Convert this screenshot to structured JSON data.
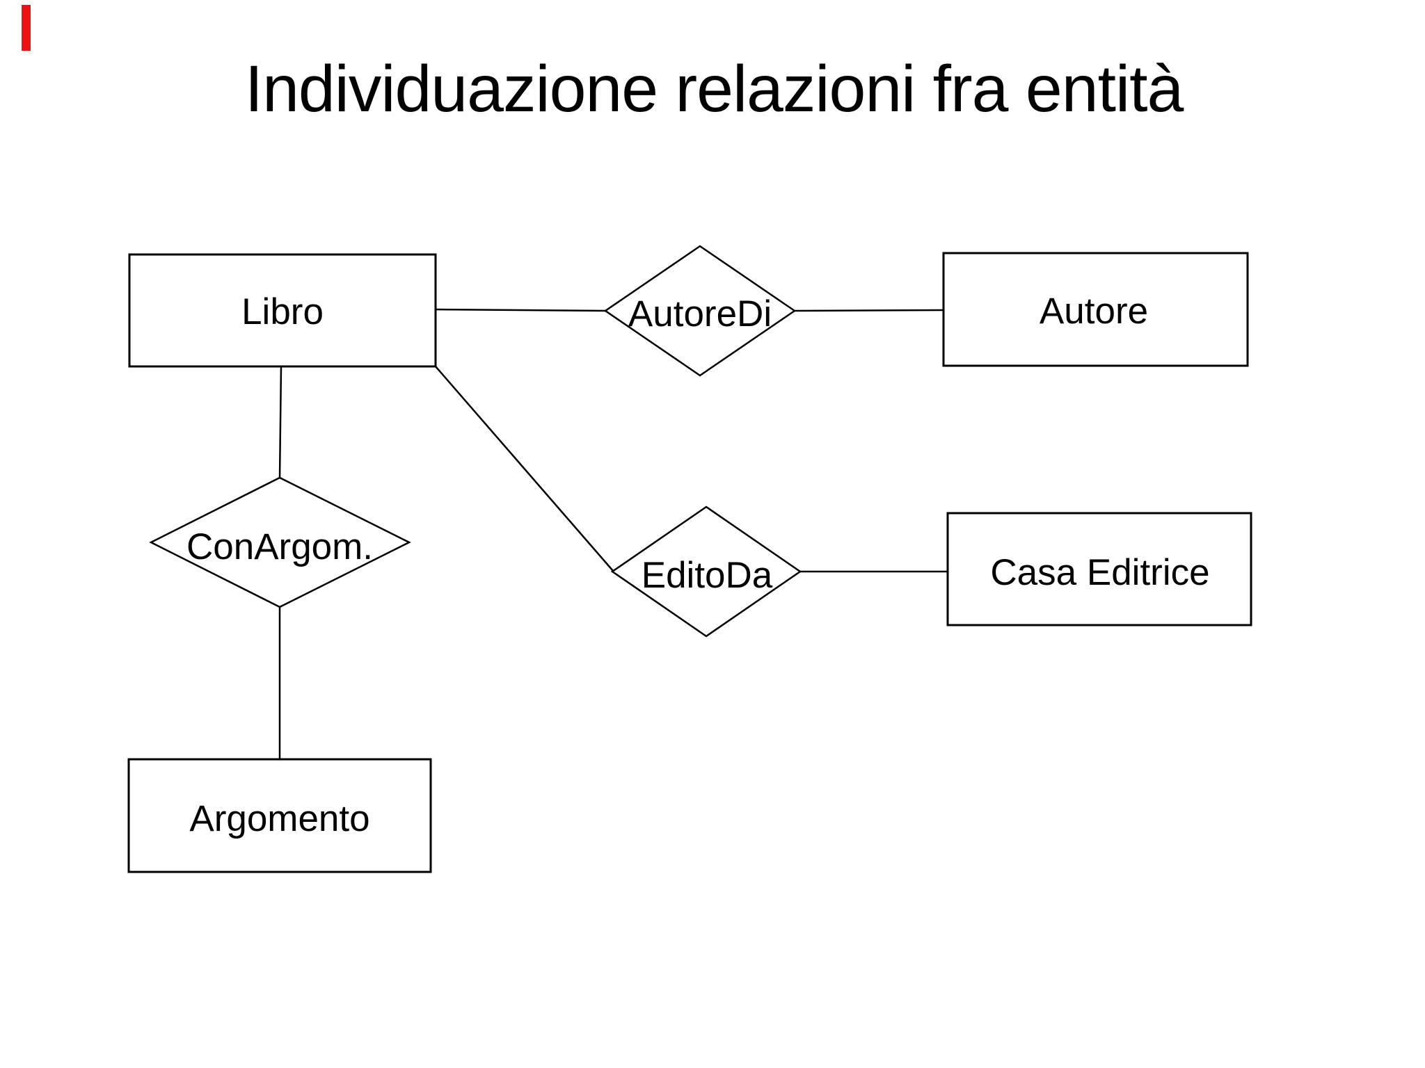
{
  "slide": {
    "title": "Individuazione relazioni fra entità",
    "background_color": "#ffffff",
    "line_color": "#000000",
    "artifact_marker_color": "#ee1111"
  },
  "diagram": {
    "type": "entity-relationship",
    "entities": [
      {
        "label": "Libro"
      },
      {
        "label": "Autore"
      },
      {
        "label": "Casa Editrice"
      },
      {
        "label": "Argomento"
      }
    ],
    "relationships": [
      {
        "label": "AutoreDi",
        "from": "Libro",
        "to": "Autore"
      },
      {
        "label": "ConArgom.",
        "from": "Libro",
        "to": "Argomento"
      },
      {
        "label": "EditoDa",
        "from": "Libro",
        "to": "Casa Editrice"
      }
    ]
  }
}
